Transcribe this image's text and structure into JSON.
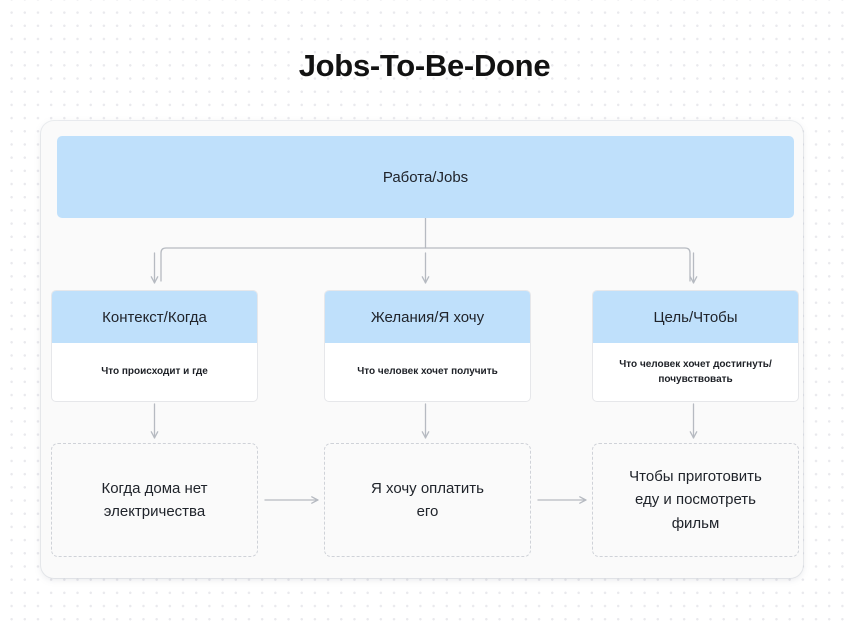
{
  "page": {
    "title": "Jobs-To-Be-Done",
    "background": "#ffffff",
    "dot_grid_color": "#e9e9ed"
  },
  "diagram": {
    "accent_color": "#bfe0fb",
    "connector_color": "#b6bac1",
    "card_background": "#fafafa",
    "root": {
      "label": "Работа/Jobs"
    },
    "columns": [
      {
        "header": "Контекст/Когда",
        "description": "Что происходит и где",
        "example": "Когда дома нет\nэлектричества"
      },
      {
        "header": "Желания/Я хочу",
        "description": "Что человек хочет получить",
        "example": "Я хочу оплатить\nего"
      },
      {
        "header": "Цель/Чтобы",
        "description": "Что человек хочет достигнуть/\nпочувствовать",
        "example": "Чтобы приготовить\nеду и посмотреть\nфильм"
      }
    ]
  }
}
